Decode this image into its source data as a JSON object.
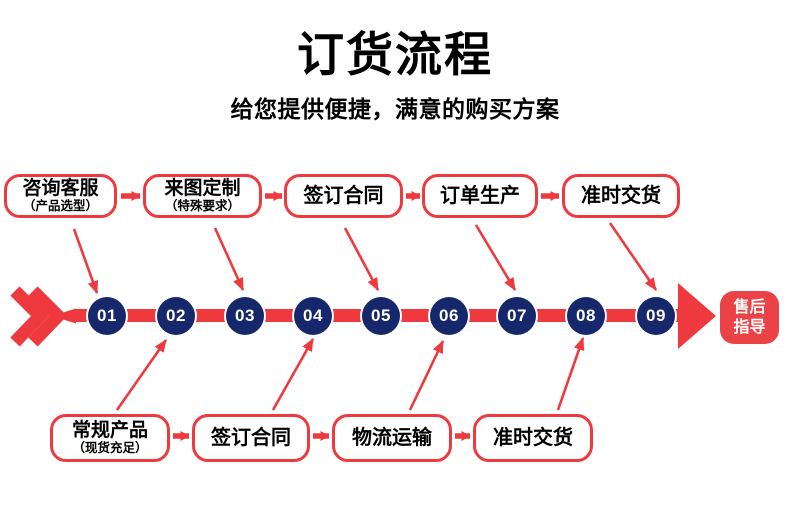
{
  "header": {
    "title": "订货流程",
    "subtitle": "给您提供便捷，满意的购买方案"
  },
  "colors": {
    "accent_red": "#ee3a3e",
    "step_navy": "#17276b",
    "badge_red": "#eb4247"
  },
  "top_flow": [
    {
      "label": "咨询客服",
      "sublabel": "（产品选型）"
    },
    {
      "label": "来图定制",
      "sublabel": "（特殊要求）"
    },
    {
      "label": "签订合同"
    },
    {
      "label": "订单生产"
    },
    {
      "label": "准时交货"
    }
  ],
  "bottom_flow": [
    {
      "label": "常规产品",
      "sublabel": "（现货充足）"
    },
    {
      "label": "签订合同"
    },
    {
      "label": "物流运输"
    },
    {
      "label": "准时交货"
    }
  ],
  "steps": [
    "01",
    "02",
    "03",
    "04",
    "05",
    "06",
    "07",
    "08",
    "09"
  ],
  "end_badge": {
    "line1": "售后",
    "line2": "指导"
  },
  "icons": {
    "start_chevrons": "double-chevron-right",
    "timeline_arrow": "arrow-right",
    "connector": "arrow"
  }
}
